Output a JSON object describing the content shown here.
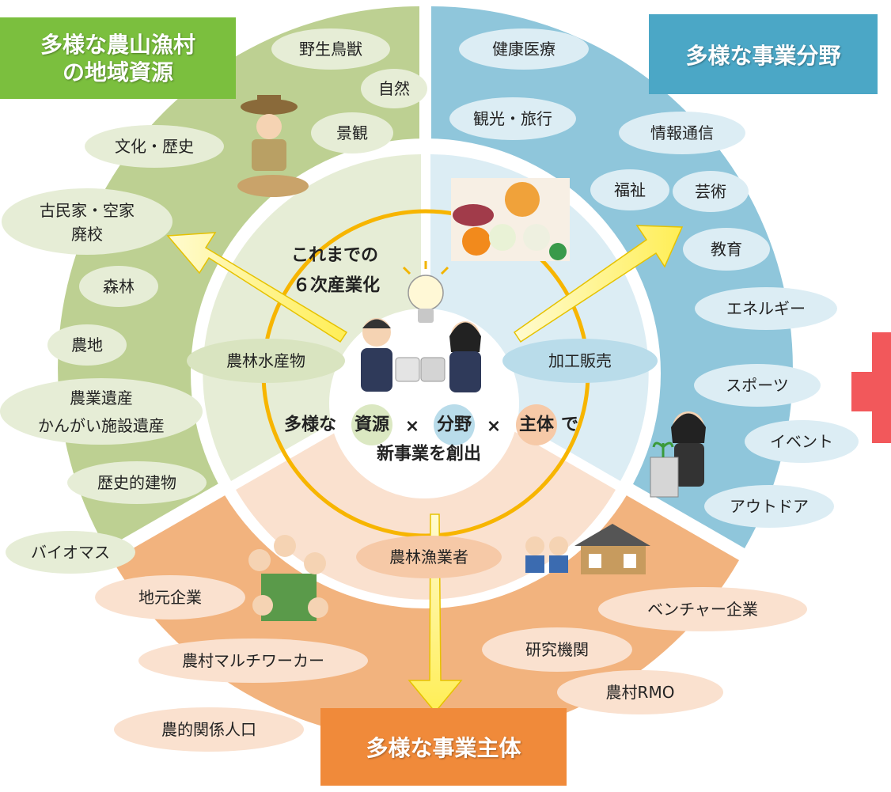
{
  "titles": {
    "resources_line1": "多様な農山漁村",
    "resources_line2": "の地域資源",
    "fields": "多様な事業分野",
    "actors": "多様な事業主体"
  },
  "center": {
    "past_line1": "これまでの",
    "past_line2": "６次産業化",
    "inner_left": "農林水産物",
    "inner_right": "加工販売",
    "inner_bottom": "農林漁業者",
    "tagline_a": "多様な",
    "tagline_resource": "資源",
    "tagline_x1": "×",
    "tagline_field": "分野",
    "tagline_x2": "×",
    "tagline_actor": "主体",
    "tagline_de": "で",
    "tagline_line2": "新事業を創出"
  },
  "resources": {
    "wild_animals": "野生鳥獣",
    "nature": "自然",
    "scenery": "景観",
    "culture_history": "文化・歴史",
    "old_house_1": "古民家・空家",
    "old_house_2": "廃校",
    "forest": "森林",
    "farmland": "農地",
    "heritage_1": "農業遺産",
    "heritage_2": "かんがい施設遺産",
    "historic_buildings": "歴史的建物",
    "biomass": "バイオマス"
  },
  "fields": {
    "health": "健康医療",
    "tourism": "観光・旅行",
    "ict": "情報通信",
    "welfare": "福祉",
    "arts": "芸術",
    "education": "教育",
    "energy": "エネルギー",
    "sports": "スポーツ",
    "events": "イベント",
    "outdoor": "アウトドア"
  },
  "actors": {
    "local_companies": "地元企業",
    "venture": "ベンチャー企業",
    "multi_worker": "農村マルチワーカー",
    "research": "研究機関",
    "rmo": "農村RMO",
    "related_population": "農的関係人口"
  },
  "colors": {
    "green_ring": "#bdd092",
    "green_inner": "#e6edd6",
    "blue_ring": "#8fc6db",
    "blue_inner": "#dcedf4",
    "orange_ring": "#f2b37e",
    "orange_inner": "#fae1cf",
    "green_title": "#7bbf3e",
    "blue_title": "#4ba7c6",
    "orange_title": "#f08a3a",
    "yellow_arrow": "#fff26a",
    "red_arrow": "#f2585b",
    "gold_ring": "#f7b500"
  }
}
